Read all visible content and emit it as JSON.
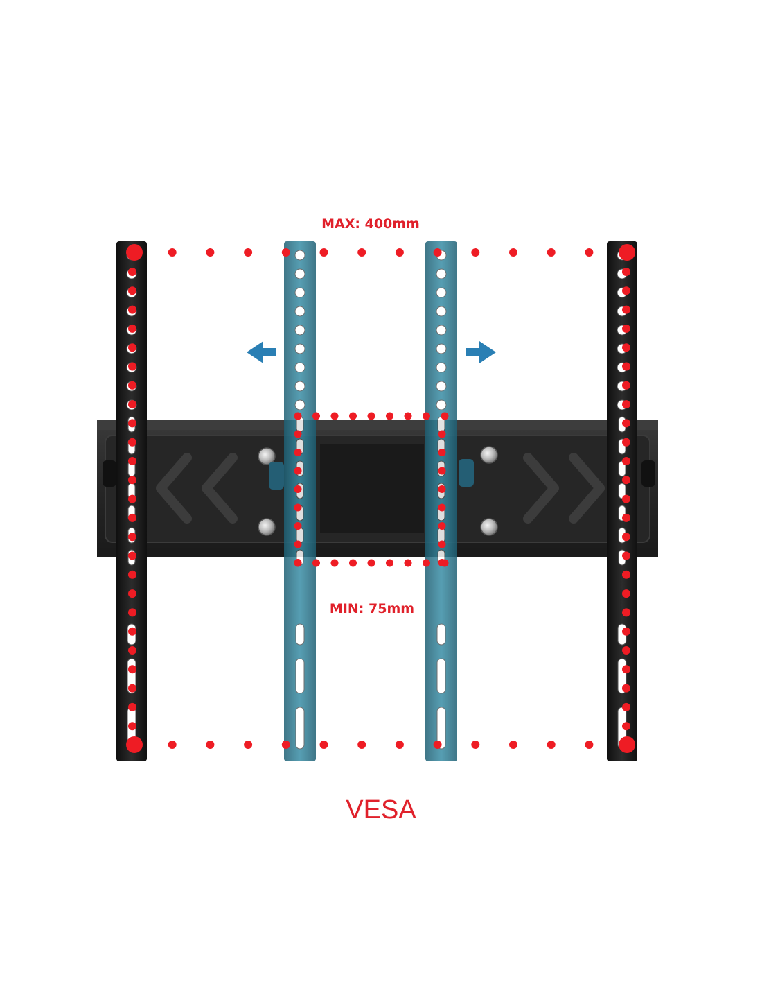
{
  "labels": {
    "max": "MAX: 400mm",
    "min": "MIN: 75mm",
    "vesa": "VESA"
  },
  "colors": {
    "label": "#e0212b",
    "dot": "#ee1c24",
    "arrow": "#2a7fb4",
    "black_arm": "#1e1e1e",
    "blue_arm": "#2f7e95",
    "plate": "#2a2a2a"
  },
  "icons": {
    "left_arrow": "arrow-left-icon",
    "right_arrow": "arrow-right-icon"
  }
}
